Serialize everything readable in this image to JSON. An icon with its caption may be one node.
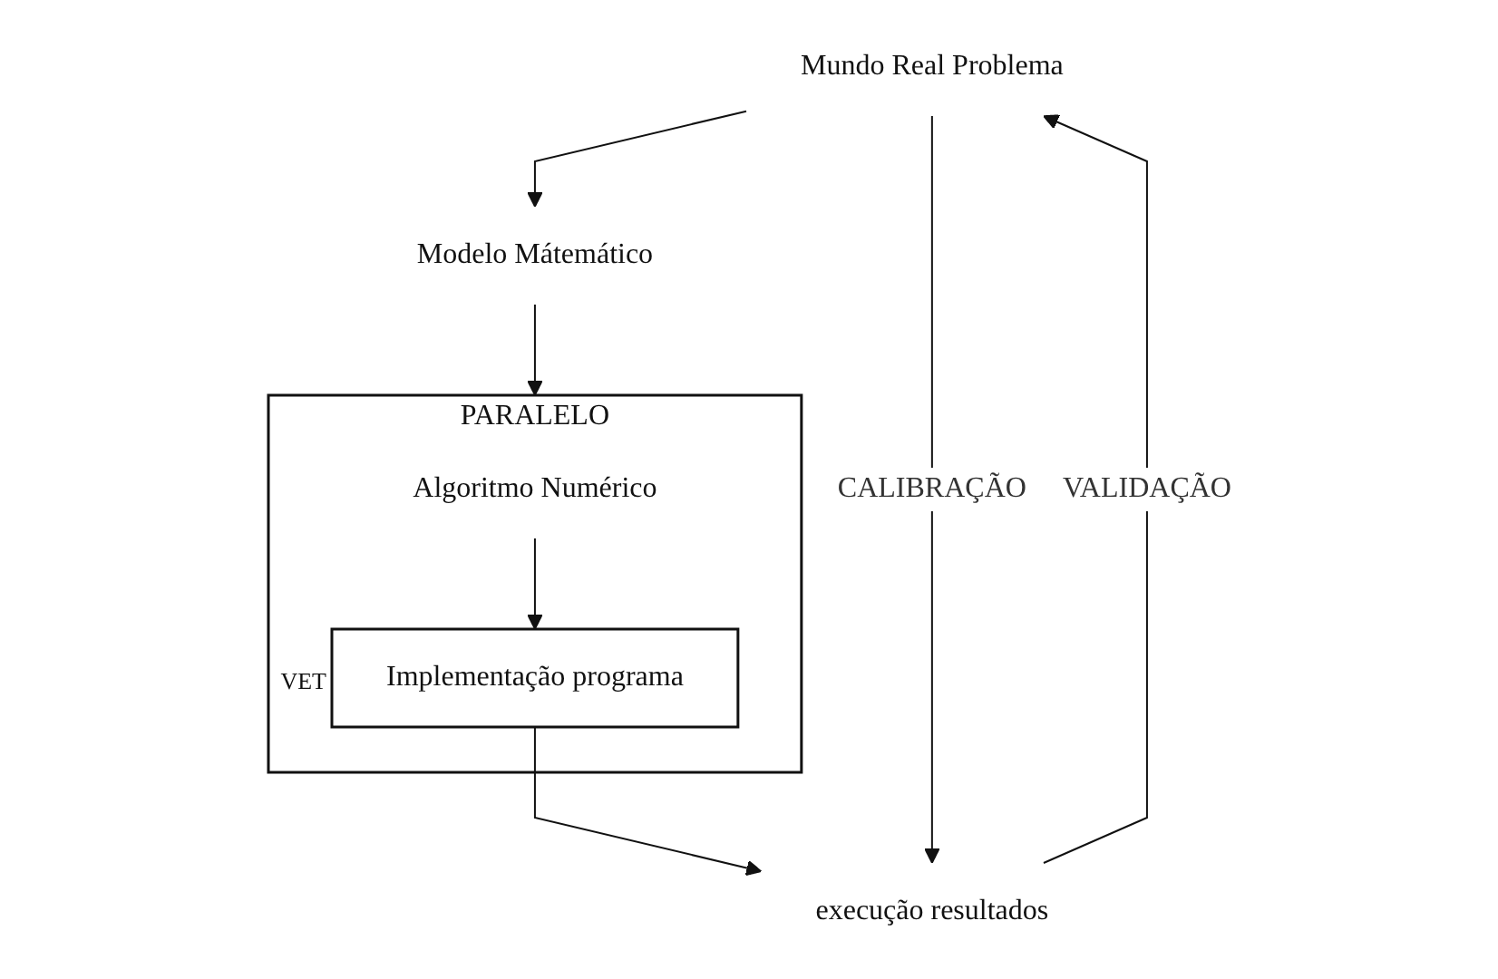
{
  "diagram": {
    "nodes": [
      {
        "text": [
          "Mundo Real Problema"
        ]
      },
      {
        "text": [
          "Modelo Mátemático"
        ]
      },
      {
        "text": [
          "PARALELO"
        ]
      },
      {
        "text": [
          "Algoritmo Numérico"
        ],
        "in": 2
      },
      {
        "text": [
          "Implementação programa"
        ],
        "in": 2,
        "beside": [
          "VET"
        ]
      },
      {
        "text": [
          "execução resultados"
        ]
      }
    ],
    "edges": [
      {
        "from": 0,
        "to": 1,
        "arrow": "to"
      },
      {
        "from": 1,
        "to": 2,
        "arrow": "to"
      },
      {
        "from": 3,
        "to": 4,
        "arrow": "to"
      },
      {
        "from": 4,
        "to": 5,
        "arrow": "to"
      },
      {
        "from": 0,
        "to": 5,
        "arrow": "to",
        "label": "CALIBRAÇÃO"
      },
      {
        "from": 5,
        "to": 0,
        "arrow": "to",
        "label": "VALIDAÇÃO"
      }
    ]
  }
}
